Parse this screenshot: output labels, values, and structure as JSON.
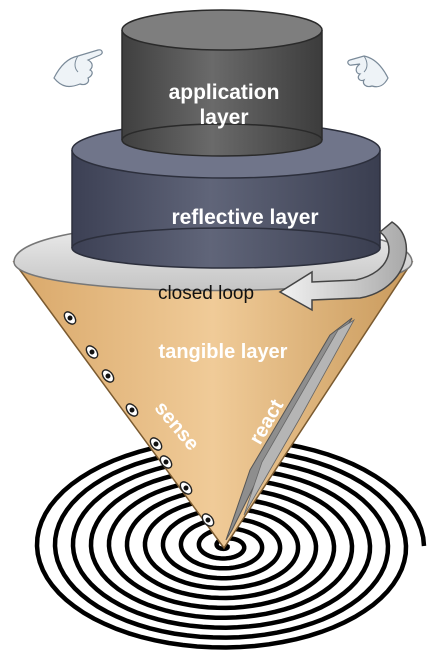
{
  "diagram": {
    "labels": {
      "application_line1": "application",
      "application_line2": "layer",
      "reflective": "reflective layer",
      "closed_loop": "closed loop",
      "tangible": "tangible layer",
      "sense": "sense",
      "react": "react"
    },
    "icons": {
      "left_hand": "pointing-hand-icon",
      "right_hand": "pointing-hand-icon"
    },
    "colors": {
      "application_top": "#7a7a7a",
      "application_body": "#575757",
      "reflective_top": "#6f7386",
      "reflective_body": "#4d5266",
      "disc": "#d8d8d8",
      "cone_fill": "#e8bc84",
      "cone_edge": "#d6a867",
      "react_band": "#9a9a9a",
      "loop_arrow": "#c8c8c8",
      "spiral": "#000000"
    }
  }
}
